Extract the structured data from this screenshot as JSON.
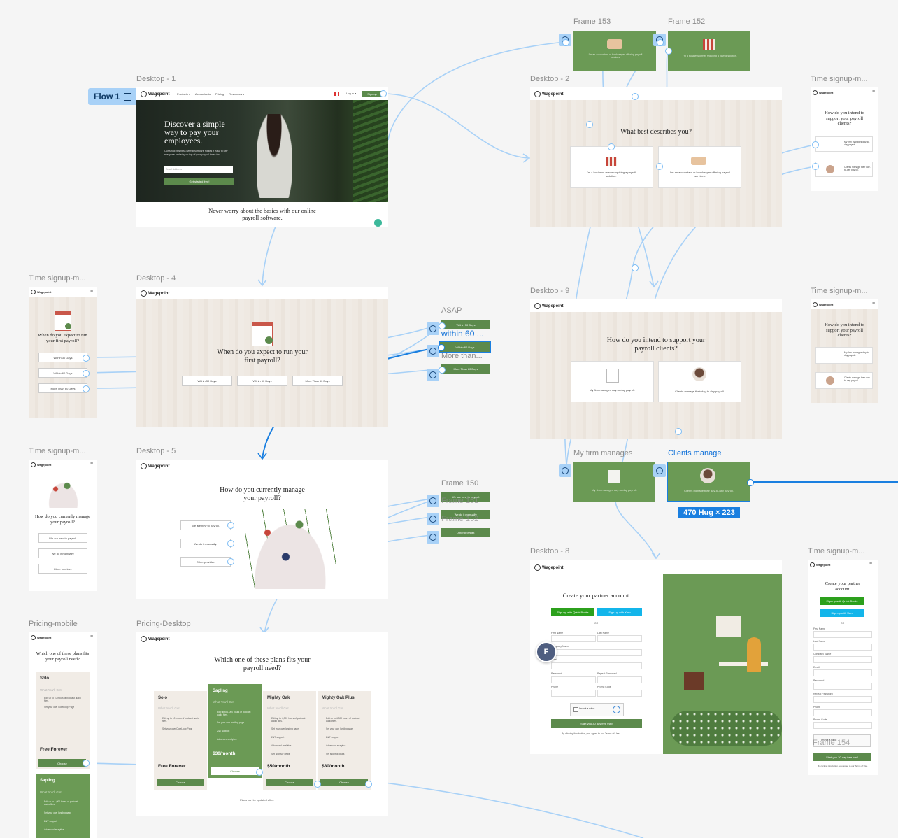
{
  "flow": {
    "label": "Flow 1"
  },
  "frames": {
    "desktop1": "Desktop - 1",
    "desktop2": "Desktop - 2",
    "desktop4": "Desktop - 4",
    "desktop5": "Desktop - 5",
    "desktop8": "Desktop - 8",
    "desktop9": "Desktop - 9",
    "pricing_desktop": "Pricing-Desktop",
    "pricing_mobile": "Pricing-mobile",
    "time_signup": "Time signup-m...",
    "frame153": "Frame 153",
    "frame152": "Frame 152",
    "frame150": "Frame 150",
    "frame151": "Frame 151",
    "frame152b": "Frame 152",
    "frame154": "Frame 154",
    "asap": "ASAP",
    "within60": "within 60 ...",
    "morethan": "More than...",
    "my_firm_manages": "My firm manages",
    "clients_manage": "Clients manage"
  },
  "selection": {
    "size_badge": "470 Hug × 223"
  },
  "brand": {
    "name": "Wagepoint"
  },
  "desktop1": {
    "nav": [
      "Products ▾",
      "Accountants",
      "Pricing",
      "Resources ▾"
    ],
    "login": "Log in ▾",
    "signup": "Sign up",
    "hero_title": "Discover a simple way to pay your employees.",
    "hero_body": "Our small business payroll software makes it easy to pay everyone and stay on top of your payroll taxes too.",
    "email_placeholder": "Email Address",
    "cta": "Get started free!",
    "tagline": "Never worry about the basics with our online payroll software."
  },
  "desktop2": {
    "question": "What best describes you?",
    "opt_business": "I'm a business owner requiring a payroll solution.",
    "opt_accountant": "I'm an accountant or bookkeeper offering payroll services."
  },
  "frame153": {
    "text": "I'm an accountant or bookkeeper offering payroll services."
  },
  "frame152": {
    "text": "I'm a business owner requiring a payroll solution."
  },
  "time_mobile_top": {
    "question": "How do you intend to support your payroll clients?",
    "opt1": "My firm manages day-to-day payroll.",
    "opt2": "Clients manage their day-to-day payroll."
  },
  "desktop4": {
    "question": "When do you expect to run your first payroll?",
    "options": [
      "Within 30 Days",
      "Within 60 Days",
      "More Than 60 Days"
    ]
  },
  "time_mobile_4": {
    "question": "When do you expect to run your first payroll?",
    "options": [
      "Within 30 Days",
      "Within 60 Days",
      "More Than 60 Days"
    ]
  },
  "green_mini": {
    "within30": "Within 30 Days",
    "within60": "Within 60 Days",
    "more60": "More Than 60 Days",
    "new": "We are new to payroll.",
    "manual": "We do it manually.",
    "other": "Other provider."
  },
  "desktop9": {
    "question": "How do you intend to support your payroll clients?",
    "opt1": "My firm manages day-to-day payroll.",
    "opt2": "Clients manage their day-to-day payroll."
  },
  "desktop5": {
    "question": "How do you currently manage your payroll?",
    "options": [
      "We are new to payroll.",
      "We do it manually.",
      "Other provider."
    ]
  },
  "mobile5": {
    "question": "How do you currently manage your payroll?",
    "options": [
      "We are new to payroll.",
      "We do it manually.",
      "Other provider."
    ]
  },
  "desktop8": {
    "title": "Create your partner account.",
    "qb": "Sign up with Quick Books",
    "xero": "Sign up with Xero",
    "or": "OR",
    "first": "First Name",
    "last": "Last Name",
    "company": "Company Name",
    "email": "Email",
    "password": "Password",
    "repeat": "Repeat Password",
    "phone": "Phone",
    "promo": "Promo Code",
    "captcha": "I'm not a robot",
    "cta": "Start you 30 day free trial!",
    "terms": "By clicking this button, you agree to our Terms of Use.",
    "avatar": "F"
  },
  "mobile8": {
    "title": "Create your partner account.",
    "qb": "Sign up with Quick Books",
    "xero": "Sign up with Xero",
    "or": "OR",
    "fields": [
      "First Name",
      "Last Name",
      "Company Name",
      "Email",
      "Password",
      "Repeat Password",
      "Phone",
      "Phone Code"
    ],
    "captcha": "I'm not a robot",
    "cta": "Start you 30 day free trial!",
    "terms": "By clicking this button, you agree to our Terms of Use."
  },
  "pricing": {
    "question": "Which one of these plans fits your payroll need?",
    "get": "What You'll Get",
    "plans": [
      {
        "name": "Solo",
        "price": "Free Forever",
        "f1": "Edit up to 10 hours of podcast audio files.",
        "f2": "Set your own CoreLoop Page"
      },
      {
        "name": "Sapling",
        "price": "$30/month",
        "f1": "Edit up to 1,000 hours of podcast audio files.",
        "f2": "Set your own landing page",
        "f3": "24/7 support",
        "f4": "Advanced analytics"
      },
      {
        "name": "Mighty Oak",
        "price": "$50/month",
        "f1": "Edit up to 4,000 hours of podcast audio files.",
        "f2": "Set your own landing page",
        "f3": "24/7 support",
        "f4": "Advanced analytics",
        "f5": "Set sponsor deals"
      },
      {
        "name": "Mighty Oak Plus",
        "price": "$80/month",
        "f1": "Edit up to 4,000 hours of podcast audio files.",
        "f2": "Set your own landing page",
        "f3": "24/7 support",
        "f4": "Advanced analytics",
        "f5": "Set sponsor deals"
      }
    ],
    "choose": "Choose",
    "footnote": "Plans can be updated after."
  },
  "pricing_mobile": {
    "question": "Which one of these plans fits your payroll need?",
    "solo": "Solo",
    "get": "What You'll Get",
    "solo_f1": "Edit up to 10 hours of podcast audio files.",
    "solo_f2": "Set your own CoreLoop Page",
    "free": "Free Forever",
    "choose": "Choose",
    "sapling": "Sapling",
    "sap_f1": "Edit up to 1,000 hours of podcast audio files.",
    "sap_f2": "Set your own landing page",
    "sap_f3": "24/7 support",
    "sap_f4": "Advanced analytics"
  },
  "colors": {
    "brand_green": "#5c8a4c",
    "flow_line": "#a8d1f7",
    "selection": "#0d6fd8"
  }
}
